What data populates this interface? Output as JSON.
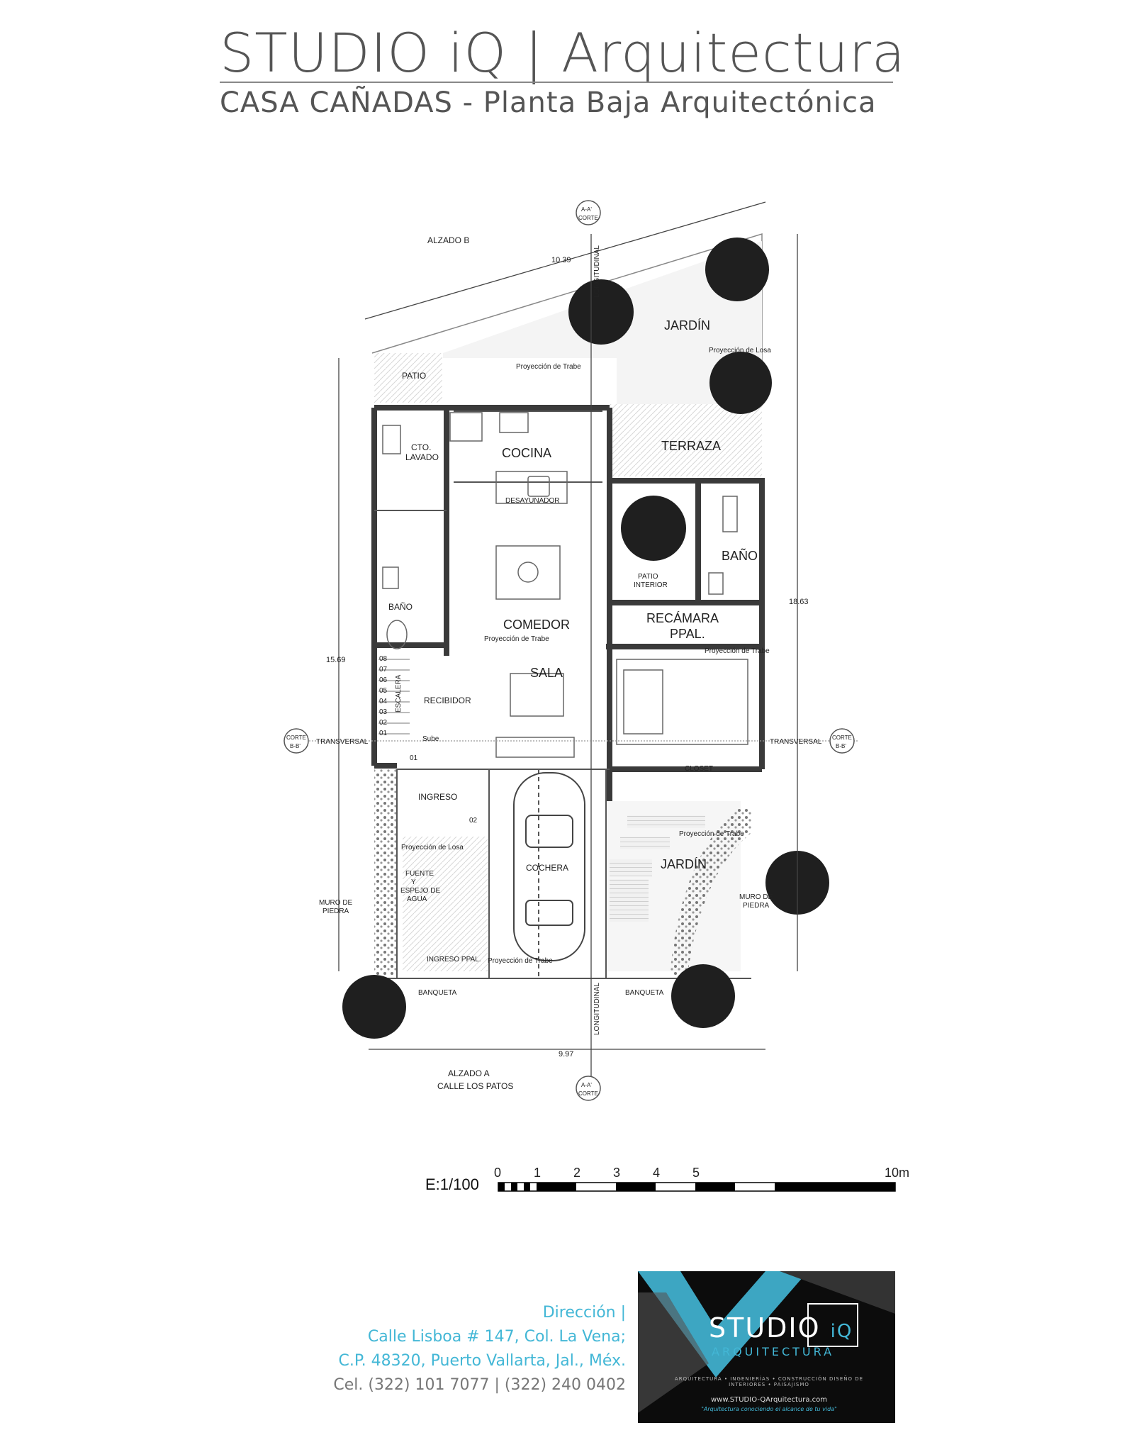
{
  "header": {
    "title": "STUDIO iQ | Arquitectura",
    "subtitle": "CASA CAÑADAS - Planta Baja Arquitectónica"
  },
  "plan": {
    "rooms": {
      "jardin_top": "JARDÍN",
      "patio": "PATIO",
      "cocina": "COCINA",
      "cto_lavado_1": "CTO.",
      "cto_lavado_2": "LAVADO",
      "terraza": "TERRAZA",
      "desayunador": "DESAYUNADOR",
      "patio_interior_1": "PATIO",
      "patio_interior_2": "INTERIOR",
      "bano": "BAÑO",
      "medio_bano": "BAÑO",
      "comedor": "COMEDOR",
      "recamara_1": "RECÁMARA",
      "recamara_2": "PPAL.",
      "sala": "SALA",
      "recibidor": "RECIBIDOR",
      "escalera": "ESCALERA",
      "sube": "Sube",
      "closet": "CLOSET",
      "ingreso": "INGRESO",
      "cochera": "COCHERA",
      "jardin_bottom": "JARDÍN",
      "fuente_1": "FUENTE",
      "fuente_2": "Y",
      "fuente_3": "ESPEJO DE",
      "fuente_4": "AGUA",
      "muro_left_1": "MURO DE",
      "muro_left_2": "PIEDRA",
      "muro_right_1": "MURO DE",
      "muro_right_2": "PIEDRA",
      "ingreso_ppal": "INGRESO PPAL.",
      "banqueta_left": "BANQUETA",
      "banqueta_right": "BANQUETA"
    },
    "notes": {
      "proy_trabe": "Proyección de Trabe",
      "proy_losa": "Proyección de Losa"
    },
    "dimensions": {
      "top": "10.39",
      "bottom": "9.97",
      "left": "15.69",
      "right": "18.63"
    },
    "stairs": [
      "08",
      "07",
      "06",
      "05",
      "04",
      "03",
      "02",
      "01"
    ],
    "stairs_ext": [
      "01",
      "02"
    ],
    "sections": {
      "alzado_b": "ALZADO B",
      "alzado_a": "ALZADO A",
      "street": "CALLE LOS PATOS",
      "longitudinal": "LONGITUDINAL",
      "transversal_left": "TRANSVERSAL",
      "transversal_right": "TRANSVERSAL",
      "corte_aa_top_1": "A-A'",
      "corte_aa_top_2": "CORTE",
      "corte_aa_bottom_1": "A-A'",
      "corte_aa_bottom_2": "CORTE",
      "corte_bb_left_1": "CORTE",
      "corte_bb_left_2": "B-B'",
      "corte_bb_right_1": "CORTE",
      "corte_bb_right_2": "B-B'"
    }
  },
  "scale": {
    "label": "E:1/100",
    "ticks": [
      "0",
      "1",
      "2",
      "3",
      "4",
      "5",
      "10m"
    ]
  },
  "address": {
    "label": "Dirección |",
    "line1": "Calle Lisboa # 147, Col. La Vena;",
    "line2": "C.P.  48320, Puerto Vallarta, Jal., Méx.",
    "phone": "Cel. (322) 101 7077 | (322) 240 0402"
  },
  "card": {
    "brand": "STUDIO",
    "brand_mark": "iQ",
    "subtitle": "ARQUITECTURA",
    "services": "ARQUITECTURA • INGENIERÍAS • CONSTRUCCIÓN  DISEÑO DE INTERIORES • PAISAJISMO",
    "web": "www.STUDIO-QArquitectura.com",
    "slogan": "\"Arquitectura conociendo el alcance de tu vida\""
  },
  "colors": {
    "accent": "#43b7d6",
    "wall": "#3a3a3a",
    "card_bg": "#0c0c0c"
  }
}
